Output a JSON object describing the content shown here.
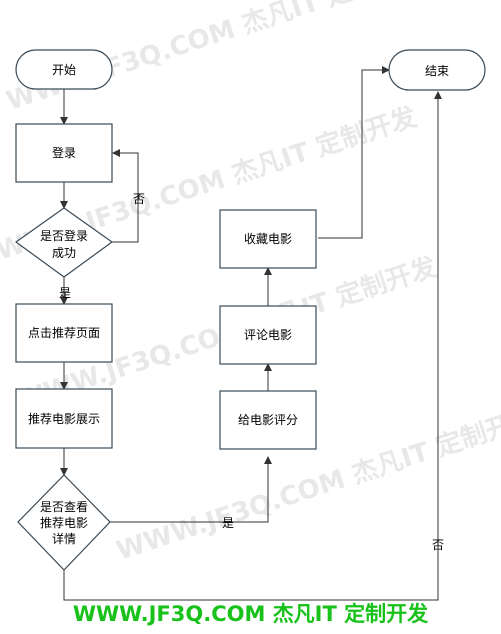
{
  "nodes": {
    "start": "开始",
    "login": "登录",
    "login_ok": [
      "是否登录",
      "成功"
    ],
    "click_recommend": "点击推荐页面",
    "recommend_show": "推荐电影展示",
    "view_detail": [
      "是否查看",
      "推荐电影",
      "详情"
    ],
    "rate": "给电影评分",
    "comment": "评论电影",
    "favorite": "收藏电影",
    "end": "结束"
  },
  "edge_labels": {
    "login_no": "否",
    "login_yes": "是",
    "detail_yes": "是",
    "detail_no": "否"
  },
  "watermark": {
    "repeat_text": "WWW.JF3Q.COM 杰凡IT  定制开发",
    "footer": "WWW.JF3Q.COM 杰凡IT  定制开发"
  },
  "colors": {
    "node_fill": "#ffffff",
    "node_stroke": "#3a4a56",
    "watermark_text": "#d6d6d6",
    "footer_text": "#18c21b"
  }
}
